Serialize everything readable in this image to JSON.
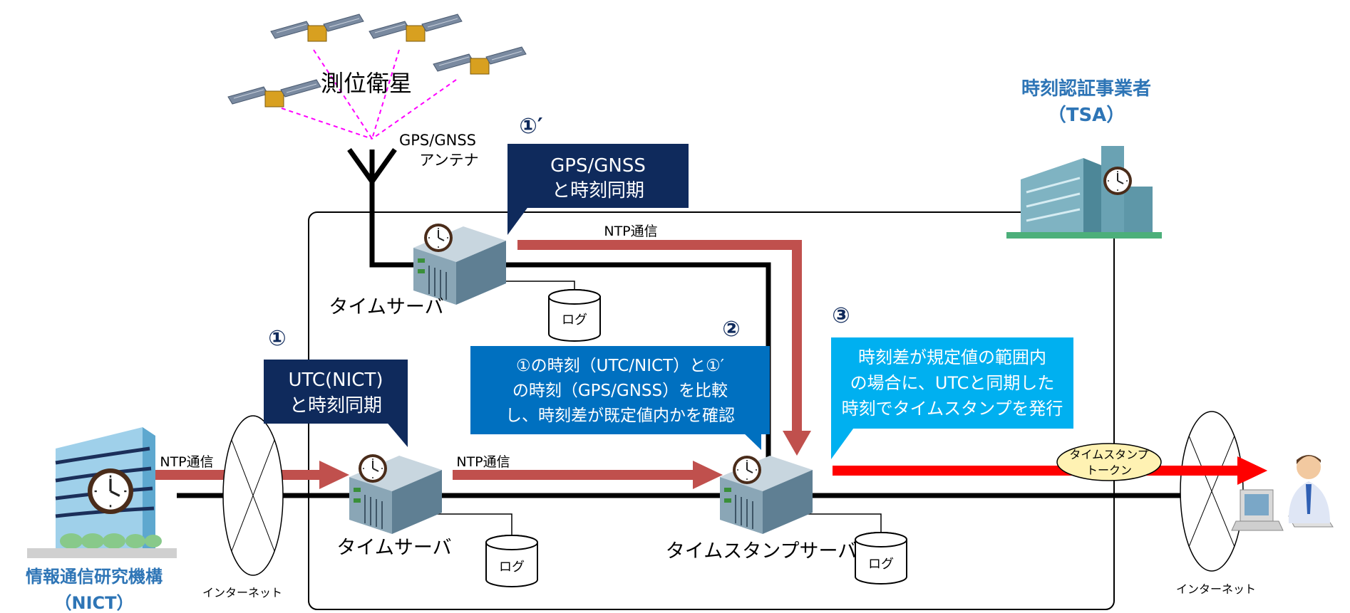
{
  "satellites_label": "測位衛星",
  "tsa": {
    "name": "時刻認証事業者",
    "abbr": "（TSA）"
  },
  "nict": {
    "name": "情報通信研究機構",
    "abbr": "（NICT）"
  },
  "antenna": {
    "line1": "GPS/GNSS",
    "line2": "アンテナ"
  },
  "steps": {
    "s1": "①",
    "s1p": "①′",
    "s2": "②",
    "s3": "③"
  },
  "callouts": {
    "gnss_sync": {
      "line1": "GPS/GNSS",
      "line2": "と時刻同期"
    },
    "utc_sync": {
      "line1": "UTC(NICT)",
      "line2": "と時刻同期"
    },
    "compare": {
      "line1": "①の時刻（UTC/NICT）と①′",
      "line2": "の時刻（GPS/GNSS）を比較",
      "line3": "し、時刻差が既定値内かを確認"
    },
    "issue": {
      "line1": "時刻差が規定値の範囲内",
      "line2": "の場合に、UTCと同期した",
      "line3": "時刻でタイムスタンプを発行"
    }
  },
  "servers": {
    "top": "タイムサーバ",
    "left": "タイムサーバ",
    "stamp": "タイムスタンプサーバ"
  },
  "log_label": "ログ",
  "ntp_label": "NTP通信",
  "internet_label": "インターネット",
  "token": {
    "line1": "タイムスタンプ",
    "line2": "トークン"
  },
  "colors": {
    "navy": "#0f2a5c",
    "blue": "#0070c0",
    "cyan": "#00b0f0",
    "ntp_arrow": "#c0504d",
    "token_arrow": "#ff0000",
    "tsa_text": "#2e75b6"
  }
}
